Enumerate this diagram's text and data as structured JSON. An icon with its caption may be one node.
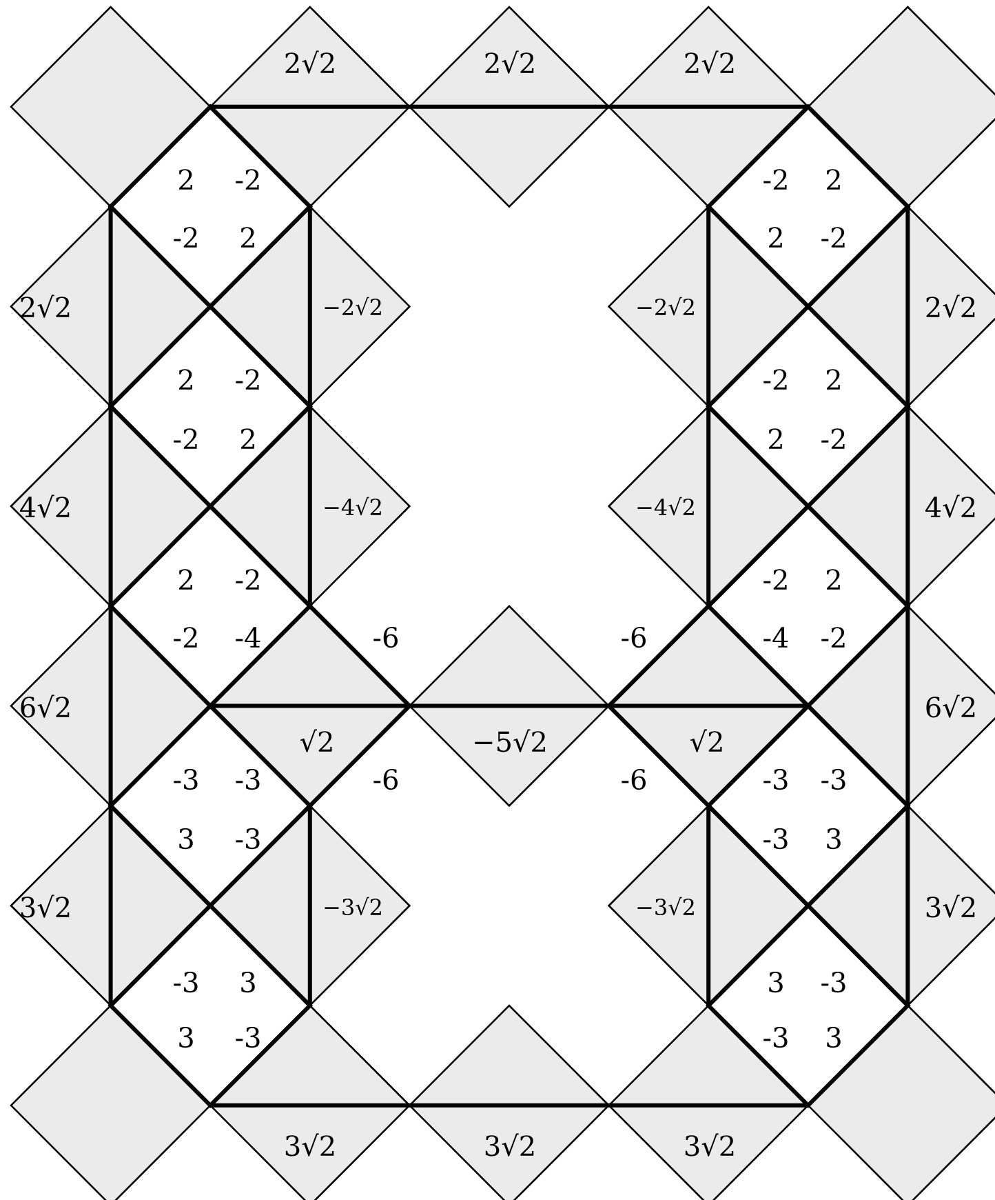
{
  "diagram": {
    "labels": [
      "2√2",
      "2√2",
      "2√2",
      "2",
      "-2",
      "-2",
      "2",
      "-2",
      "2",
      "2",
      "-2",
      "2√2",
      "−2√2",
      "−2√2",
      "2√2",
      "2",
      "-2",
      "-2",
      "2",
      "-2",
      "2",
      "2",
      "-2",
      "4√2",
      "−4√2",
      "−4√2",
      "4√2",
      "2",
      "-2",
      "-2",
      "2",
      "-2",
      "-4",
      "-6",
      "-6",
      "-4",
      "-2",
      "6√2",
      "6√2",
      "√2",
      "−5√2",
      "√2",
      "-3",
      "-3",
      "-6",
      "-6",
      "-3",
      "-3",
      "3",
      "-3",
      "-3",
      "3",
      "3√2",
      "−3√2",
      "−3√2",
      "3√2",
      "-3",
      "3",
      "3",
      "-3",
      "3",
      "-3",
      "-3",
      "3",
      "3√2",
      "3√2",
      "3√2"
    ]
  }
}
